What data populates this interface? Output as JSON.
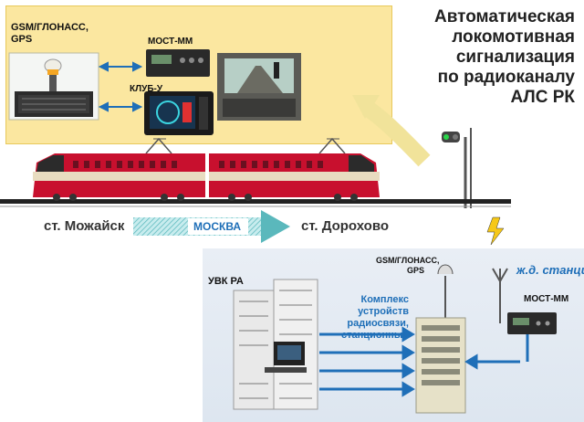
{
  "title_lines": [
    "Автоматическая",
    "локомотивная",
    "сигнализация",
    "по радиоканалу",
    "АЛС РК"
  ],
  "top_panel": {
    "gnss_label_line1": "GSM/ГЛОНАСС,",
    "gnss_label_line2": "GPS",
    "most_label": "МОСТ-ММ",
    "klub_label": "КЛУБ-У"
  },
  "route": {
    "from": "ст. Можайск",
    "direction": "МОСКВА",
    "to": "ст. Дорохово"
  },
  "bottom_panel": {
    "uvk_label": "УВК РА",
    "gnss_label_line1": "GSM/ГЛОНАСС,",
    "gnss_label_line2": "GPS",
    "complex_lines": [
      "Комплекс",
      "устройств",
      "радиосвязи,",
      "станционный"
    ],
    "station_label": "ж.д. станция",
    "most_label": "МОСТ-ММ"
  },
  "colors": {
    "accent_blue": "#1f6fb8",
    "arrow_teal": "#7fcfd0",
    "train_red": "#c8102e",
    "panel_yellow": "#fbe7a0"
  }
}
